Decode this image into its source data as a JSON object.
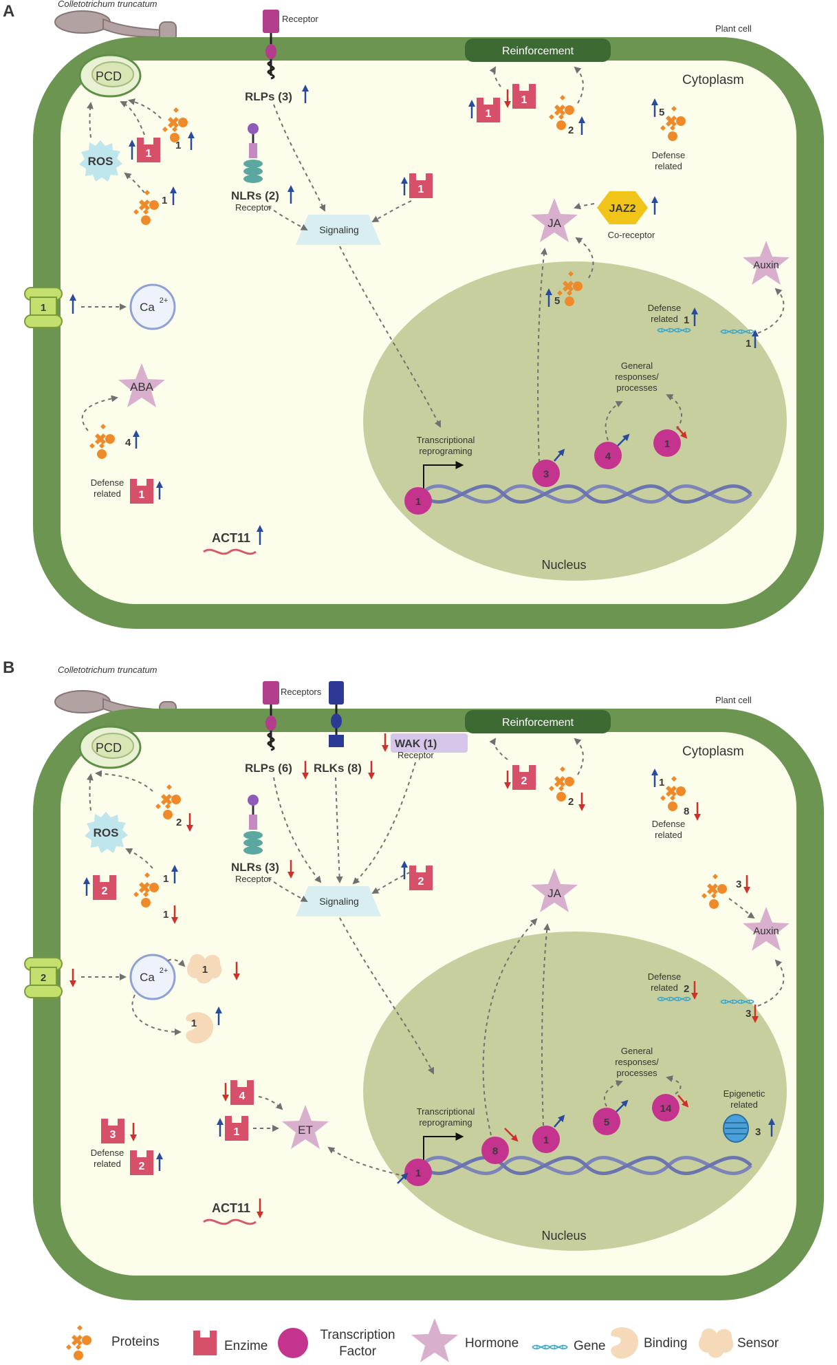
{
  "panels": [
    {
      "id": "A",
      "letter": "A",
      "pathogen": "Colletotrichum truncatum",
      "plant_cell": "Plant cell",
      "cytoplasm": "Cytoplasm",
      "nucleus": "Nucleus",
      "reinforcement": "Reinforcement",
      "receptor_label": "Receptor",
      "rlps": "RLPs (3)",
      "rlks": "",
      "nlrs": "NLRs (2)",
      "nlr_receptor": "Receptor",
      "wak": "",
      "wak_receptor": "",
      "signaling": "Signaling",
      "pcd": "PCD",
      "ros": "ROS",
      "calcium": "Ca",
      "calcium_sup": "2+",
      "channel_count": "1",
      "ja": "JA",
      "jaz2": "JAZ2",
      "co_receptor": "Co-receptor",
      "auxin": "Auxin",
      "aba": "ABA",
      "et": "",
      "act11": "ACT11",
      "transcriptional": "Transcriptional",
      "reprograming": "reprograming",
      "general1": "General",
      "general2": "responses/",
      "general3": "processes",
      "epigenetic1": "",
      "epigenetic2": "",
      "epigenetic_count": "",
      "defense1": "Defense",
      "defense2": "related",
      "counts": {
        "enzyme_pcd": "1",
        "protein_pcd": "1",
        "protein_ros": "1",
        "enzyme_ros": "",
        "protein_ros2": "",
        "enzyme_signal": "1",
        "enzyme_reinf_left": "1",
        "enzyme_reinf_right": "1",
        "protein_reinf": "2",
        "protein_def_top": "5",
        "protein_def_bottom": "",
        "protein_ja": "5",
        "protein_aba": "4",
        "enzyme_defense_left": "1",
        "enzyme_defense_left2": "",
        "gene_defense": "1",
        "gene_hormone": "1",
        "protein_auxin": "",
        "binding_top": "",
        "binding_bottom": "",
        "et_enzyme_top": "",
        "et_enzyme_bottom": "",
        "tf_main": "1",
        "tf_b": "",
        "tf_c": "3",
        "tf_d": "4",
        "tf_e": "1"
      }
    },
    {
      "id": "B",
      "letter": "B",
      "pathogen": "Colletotrichum truncatum",
      "plant_cell": "Plant cell",
      "cytoplasm": "Cytoplasm",
      "nucleus": "Nucleus",
      "reinforcement": "Reinforcement",
      "receptor_label": "Receptors",
      "rlps": "RLPs (6)",
      "rlks": "RLKs (8)",
      "nlrs": "NLRs (3)",
      "nlr_receptor": "Receptor",
      "wak": "WAK (1)",
      "wak_receptor": "Receptor",
      "signaling": "Signaling",
      "pcd": "PCD",
      "ros": "ROS",
      "calcium": "Ca",
      "calcium_sup": "2+",
      "channel_count": "2",
      "ja": "JA",
      "jaz2": "",
      "co_receptor": "",
      "auxin": "Auxin",
      "aba": "",
      "et": "ET",
      "act11": "ACT11",
      "transcriptional": "Transcriptional",
      "reprograming": "reprograming",
      "general1": "General",
      "general2": "responses/",
      "general3": "processes",
      "epigenetic1": "Epigenetic",
      "epigenetic2": "related",
      "epigenetic_count": "3",
      "defense1": "Defense",
      "defense2": "related",
      "counts": {
        "enzyme_pcd": "",
        "protein_pcd": "2",
        "protein_ros": "1",
        "enzyme_ros": "2",
        "protein_ros2": "1",
        "enzyme_signal": "2",
        "enzyme_reinf_left": "2",
        "enzyme_reinf_right": "",
        "protein_reinf": "2",
        "protein_def_top": "1",
        "protein_def_bottom": "8",
        "protein_ja": "",
        "protein_aba": "",
        "enzyme_defense_left": "3",
        "enzyme_defense_left2": "2",
        "gene_defense": "2",
        "gene_hormone": "3",
        "protein_auxin": "3",
        "binding_top": "1",
        "binding_bottom": "1",
        "et_enzyme_top": "4",
        "et_enzyme_bottom": "1",
        "tf_main": "1",
        "tf_b": "8",
        "tf_c": "1",
        "tf_d": "5",
        "tf_e": "14"
      }
    }
  ],
  "legend": {
    "proteins": "Proteins",
    "enzime": "Enzime",
    "tf1": "Transcription",
    "tf2": "Factor",
    "hormone": "Hormone",
    "gene": "Gene",
    "binding": "Binding",
    "sensor": "Sensor"
  },
  "colors": {
    "cell_wall": "#6b9550",
    "cytoplasm": "#fdfdec",
    "nucleus": "#c8cf9e",
    "enzyme": "#d7506a",
    "tf": "#c4348f",
    "hormone": "#d8b0cd",
    "protein": "#ef8a2a",
    "up": "#2a4a9a",
    "down": "#d0302a",
    "ros": "#bfe6ec",
    "binding": "#f5d9b8"
  }
}
